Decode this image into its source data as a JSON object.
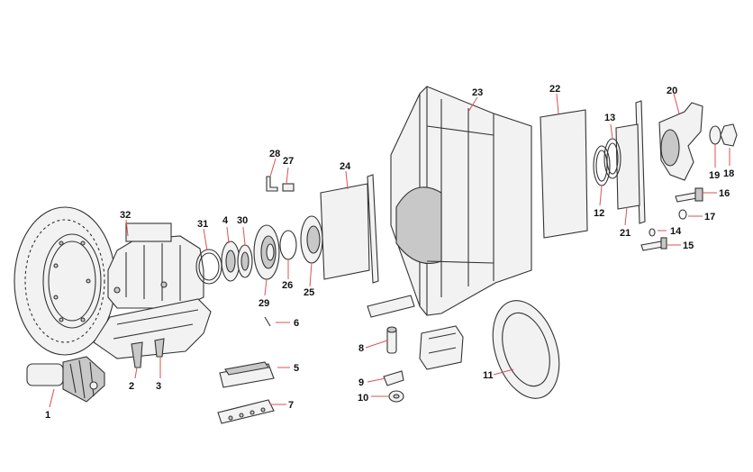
{
  "diagram": {
    "leader_color": "#d9534f",
    "line_color": "#333333",
    "callouts": {
      "c1": "1",
      "c2": "2",
      "c3": "3",
      "c4": "4",
      "c5": "5",
      "c6": "6",
      "c7": "7",
      "c8": "8",
      "c9": "9",
      "c10": "10",
      "c11": "11",
      "c12": "12",
      "c13": "13",
      "c14": "14",
      "c15": "15",
      "c16": "16",
      "c17": "17",
      "c18": "18",
      "c19": "19",
      "c20": "20",
      "c21": "21",
      "c22": "22",
      "c23": "23",
      "c24": "24",
      "c25": "25",
      "c26": "26",
      "c27": "27",
      "c28": "28",
      "c29": "29",
      "c30": "30",
      "c31": "31",
      "c32": "32"
    }
  }
}
